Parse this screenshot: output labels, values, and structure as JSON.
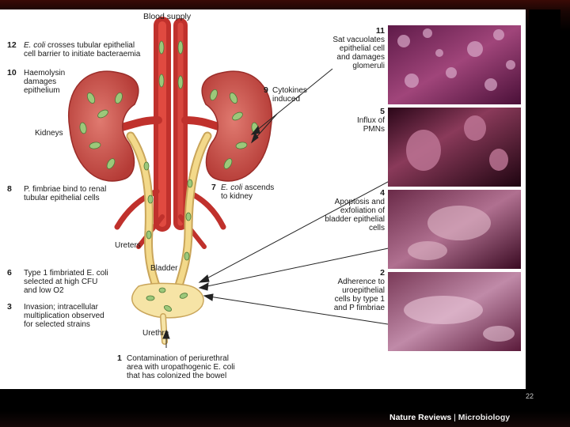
{
  "labels": {
    "blood_supply": "Blood supply",
    "kidneys": "Kidneys",
    "ureters": "Ureters",
    "bladder": "Bladder",
    "urethra": "Urethra"
  },
  "steps": [
    {
      "num": "12",
      "text1_em": "E. coli",
      "text1": " crosses tubular epithelial",
      "text2": "cell barrier to initiate bacteraemia"
    },
    {
      "num": "10",
      "lines": [
        "Haemolysin",
        "damages",
        "epithelium"
      ]
    },
    {
      "num": "9",
      "lines": [
        "Cytokines",
        "induced"
      ]
    },
    {
      "num": "8",
      "lines": [
        "P. fimbriae bind to renal",
        "tubular epithelial cells"
      ]
    },
    {
      "num": "7",
      "text1_em": "E. coli",
      "text1": " ascends",
      "text2": "to kidney"
    },
    {
      "num": "6",
      "lines": [
        "Type 1 fimbriated E. coli",
        "selected at high CFU",
        "and low O2"
      ]
    },
    {
      "num": "3",
      "lines": [
        "Invasion; intracellular",
        "multiplication observed",
        "for selected strains"
      ]
    },
    {
      "num": "1",
      "line1": "Contamination of periurethral",
      "line2": "area with uropathogenic E. coli",
      "line3": "that has colonized the bowel"
    },
    {
      "num": "11",
      "lines": [
        "Sat vacuolates",
        "epithelial cell",
        "and damages",
        "glomeruli"
      ]
    },
    {
      "num": "5",
      "lines": [
        "Influx of",
        "PMNs"
      ]
    },
    {
      "num": "4",
      "lines": [
        "Apoptosis and",
        "exfoliation of",
        "bladder epithelial",
        "cells"
      ]
    },
    {
      "num": "2",
      "lines": [
        "Adherence to",
        "uroepithelial",
        "cells by type 1",
        "and P fimbriae"
      ]
    }
  ],
  "page_number": "22",
  "credit": {
    "part1": "Nature Reviews",
    "sep": " | ",
    "part2": "Microbiology"
  },
  "colors": {
    "kidney": "#c9504a",
    "vessel": "#c0312c",
    "ureter": "#f3d98a",
    "bacteria": "#9cc87a",
    "micrograph": "#7a1f4d"
  }
}
